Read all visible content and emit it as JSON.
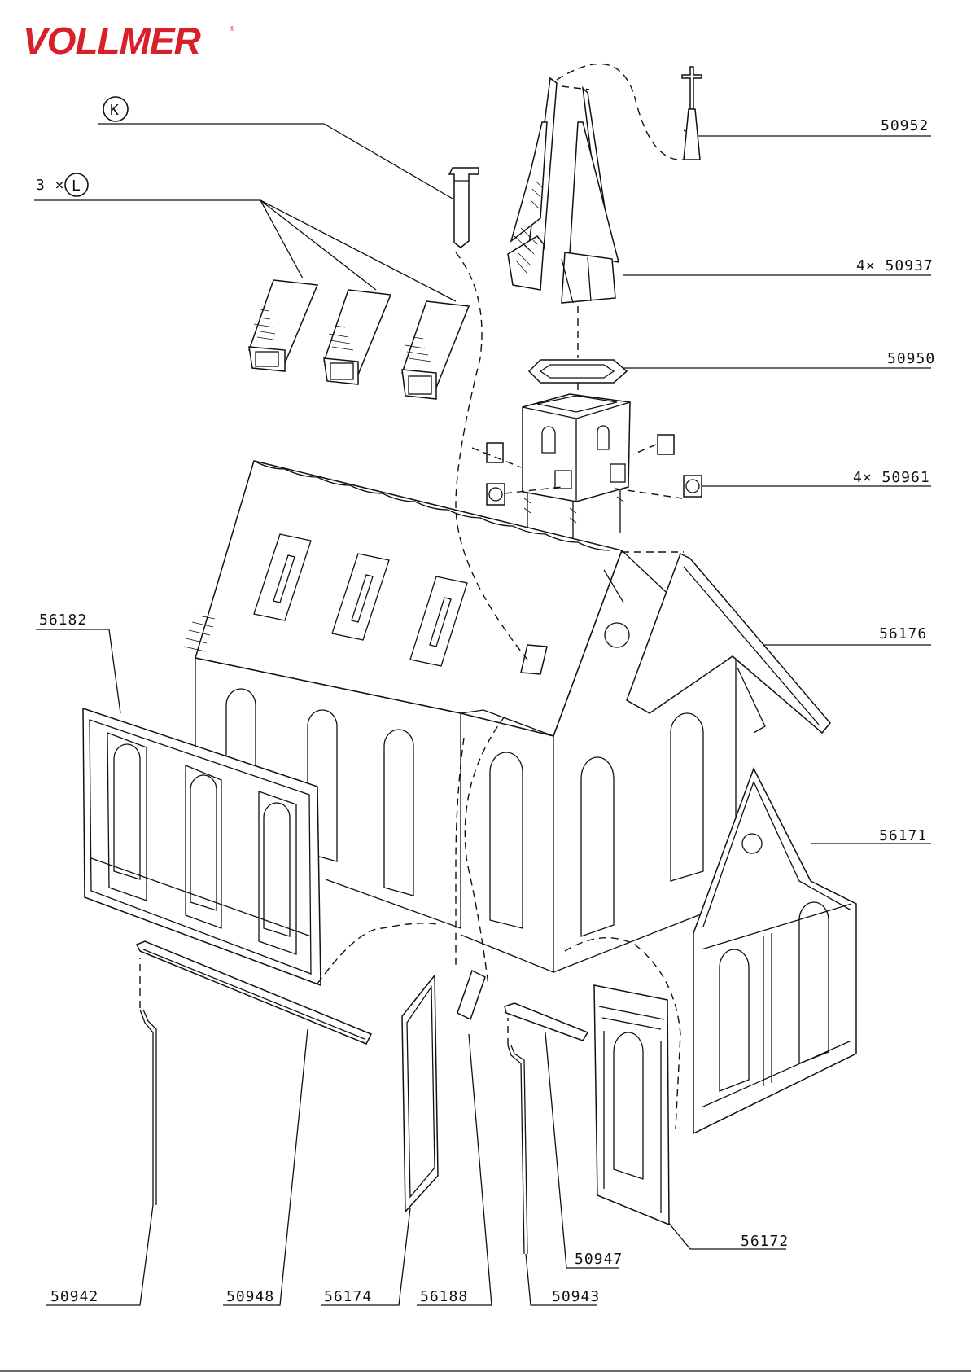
{
  "brand": {
    "name": "VOLLMER",
    "registered": "®",
    "color": "#d8202a"
  },
  "callouts": {
    "k_marker": "K",
    "l_marker": "L",
    "l_quantity": "3 ×",
    "spire_top": "50952",
    "spire_parts": "4× 50937",
    "tower_ring": "50950",
    "clock_faces": "4× 50961",
    "main_roof": "56176",
    "side_wall": "56182",
    "gable_wall": "56171",
    "front_wall": "56172",
    "downpipe_left": "50942",
    "gutter_long": "50948",
    "pillar_panel": "56174",
    "small_piece": "56188",
    "downpipe_right": "50943",
    "gutter_short": "50947"
  }
}
